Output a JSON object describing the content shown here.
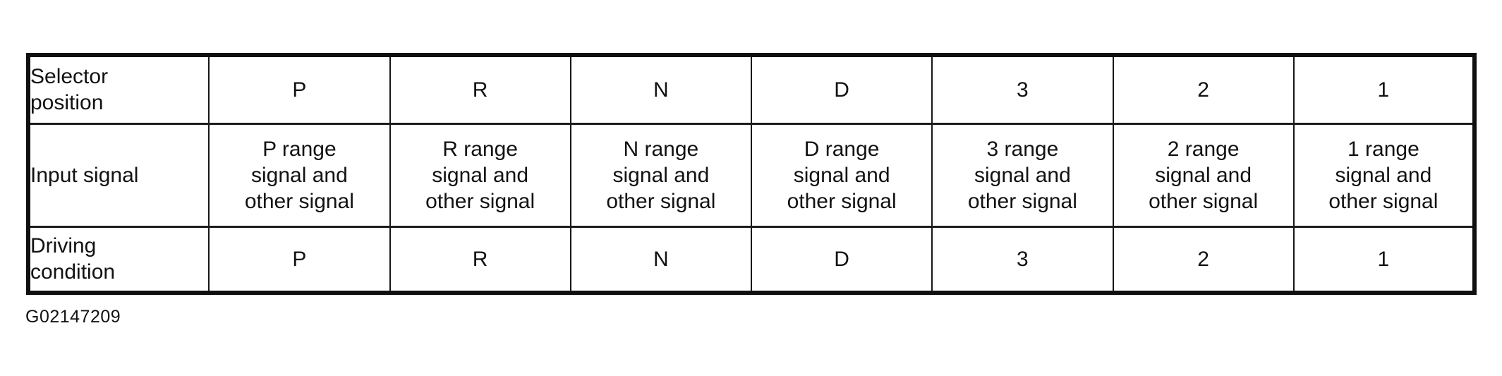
{
  "colors": {
    "ink": "#121212",
    "paper": "#ffffff"
  },
  "caption": "G02147209",
  "table": {
    "rows": [
      {
        "label": "Selector\nposition",
        "cells": [
          "P",
          "R",
          "N",
          "D",
          "3",
          "2",
          "1"
        ]
      },
      {
        "label": "Input signal",
        "cells": [
          "P range\nsignal and\nother signal",
          "R range\nsignal and\nother signal",
          "N range\nsignal and\nother signal",
          "D range\nsignal and\nother signal",
          "3 range\nsignal and\nother signal",
          "2 range\nsignal and\nother signal",
          "1 range\nsignal and\nother signal"
        ]
      },
      {
        "label": "Driving\ncondition",
        "cells": [
          "P",
          "R",
          "N",
          "D",
          "3",
          "2",
          "1"
        ]
      }
    ]
  }
}
